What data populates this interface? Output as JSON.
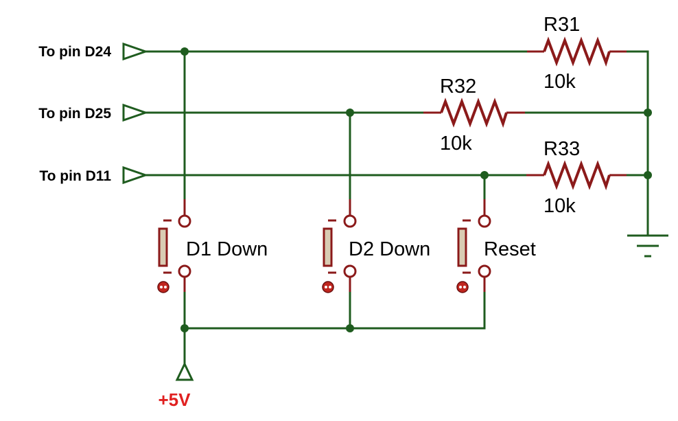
{
  "ports": {
    "d24": "To pin D24",
    "d25": "To pin D25",
    "d11": "To pin D11"
  },
  "resistors": [
    {
      "ref": "R31",
      "value": "10k"
    },
    {
      "ref": "R32",
      "value": "10k"
    },
    {
      "ref": "R33",
      "value": "10k"
    }
  ],
  "switches": [
    {
      "label": "D1 Down"
    },
    {
      "label": "D2 Down"
    },
    {
      "label": "Reset"
    }
  ],
  "power": {
    "label": "+5V"
  },
  "colors": {
    "wire": "#1f5c1f",
    "component": "#8b1a1a",
    "power_label": "#e02020",
    "switch_button": "#c0261f",
    "switch_bar_fill": "#d9ccb3"
  },
  "icons": {
    "input_port": "hollow-triangle-arrow",
    "ground": "ground-symbol",
    "power": "hollow-triangle-up"
  }
}
